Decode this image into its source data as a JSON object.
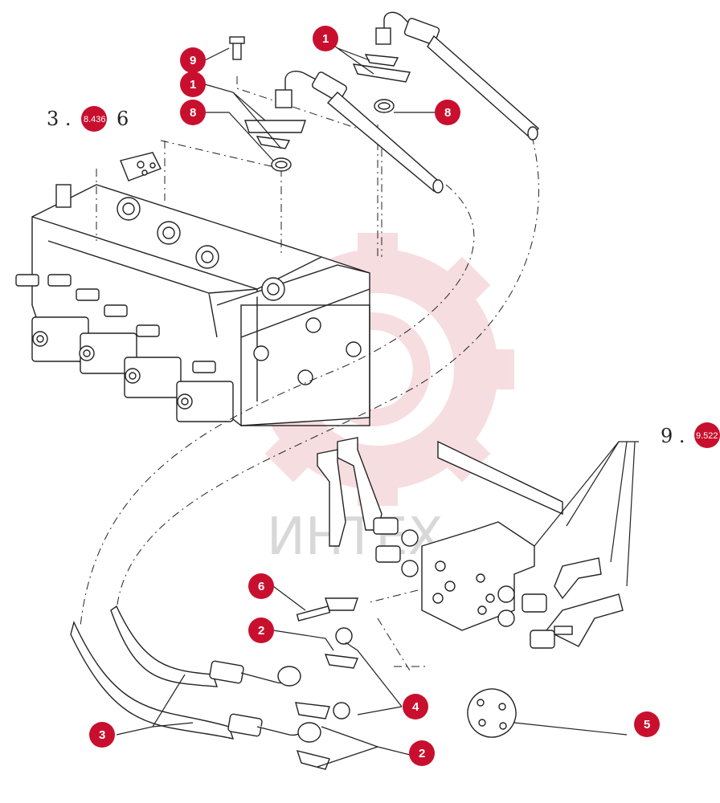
{
  "watermark": {
    "text": "ИНТЕХ",
    "color": "#e8a0a8"
  },
  "accent_color": "#c8102e",
  "references": [
    {
      "prefix": "3 .",
      "badge": "8.436",
      "suffix": "6"
    },
    {
      "prefix": "9 .",
      "badge": "9.522",
      "suffix": ""
    }
  ],
  "callouts": [
    "1",
    "1",
    "9",
    "8",
    "8",
    "6",
    "2",
    "4",
    "3",
    "2",
    "5"
  ]
}
